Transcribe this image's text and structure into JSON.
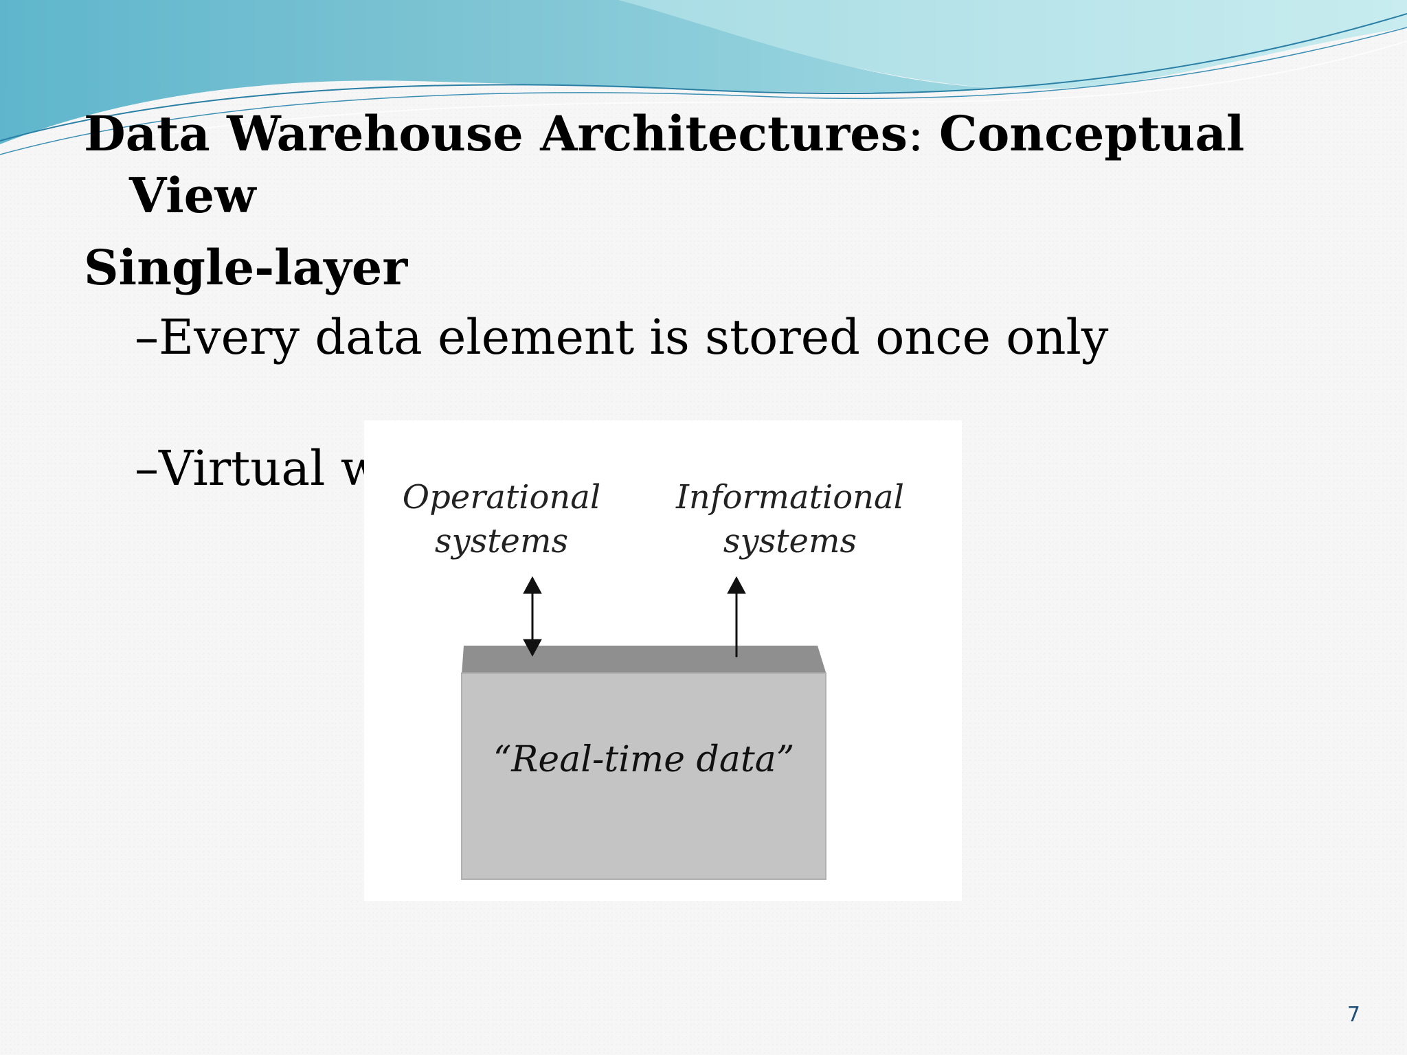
{
  "slide": {
    "title_part1": "Data Warehouse Architectures",
    "title_colon": ": ",
    "title_part2": "Conceptual",
    "title_line2": "View",
    "subheading": "Single-layer",
    "bullets": [
      "–Every data element is stored once only",
      "–Virtual w"
    ],
    "page_number": "7"
  },
  "diagram": {
    "operational_label_line1": "Operational",
    "operational_label_line2": "systems",
    "informational_label_line1": "Informational",
    "informational_label_line2": "systems",
    "store_label": "“Real-time data”"
  },
  "colors": {
    "wave_dark": "#4aa7c4",
    "wave_light": "#a9dde6",
    "store_top": "#8f8f8f",
    "store_body": "#c4c4c4",
    "page_number": "#1f4e79"
  }
}
